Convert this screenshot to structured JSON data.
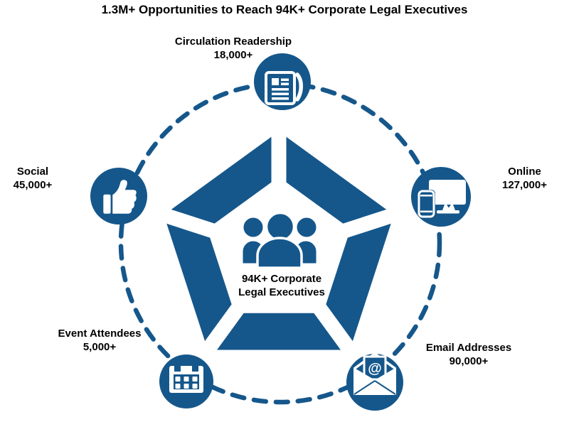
{
  "title": "1.3M+ Opportunities to Reach 94K+ Corporate Legal Executives",
  "center": {
    "icon": "people-group-icon",
    "line1": "94K+ Corporate",
    "line2": "Legal Executives"
  },
  "nodes": {
    "circulation": {
      "label": "Circulation Readership",
      "value": "18,000+",
      "icon": "newspaper-icon"
    },
    "social": {
      "label": "Social",
      "value": "45,000+",
      "icon": "thumbs-up-icon"
    },
    "online": {
      "label": "Online",
      "value": "127,000+",
      "icon": "desktop-and-phone-icon"
    },
    "events": {
      "label": "Event Attendees",
      "value": "5,000+",
      "icon": "calendar-icon"
    },
    "email": {
      "label": "Email Addresses",
      "value": "90,000+",
      "icon": "envelope-at-icon",
      "glyph": "@"
    }
  },
  "colors": {
    "primary": "#15578b",
    "text": "#000000",
    "background": "#ffffff"
  }
}
